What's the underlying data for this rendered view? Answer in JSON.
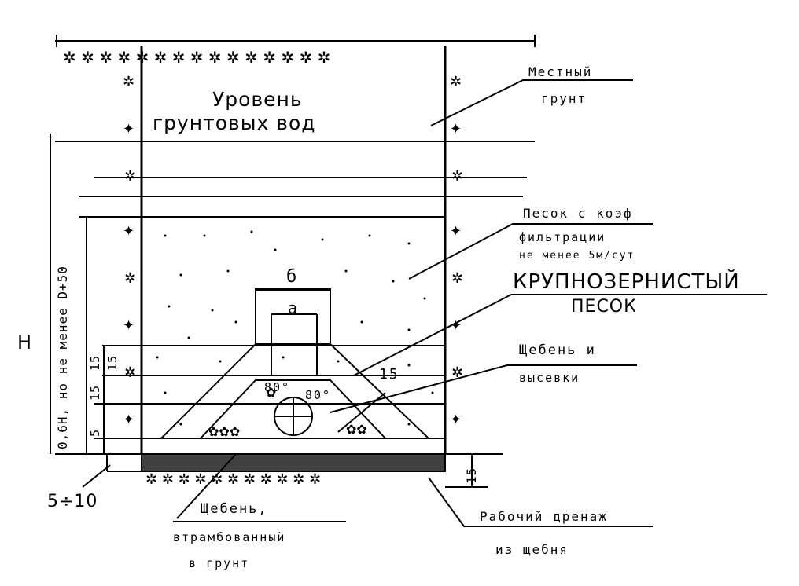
{
  "title_line1": "Уровень",
  "title_line2": "грунтовых вод",
  "local_soil_line1": "Местный",
  "local_soil_line2": "грунт",
  "sand_line1": "Песок с коэф",
  "sand_line2": "фильтрации",
  "sand_line3": "не менее 5м/сут",
  "coarse_sand_line1": "КРУПНОЗЕРНИСТЫЙ",
  "coarse_sand_line2": "ПЕСОК",
  "gravel_screen_line1": "Щебень и",
  "gravel_screen_line2": "высевки",
  "rammed_gravel_line1": "Щебень,",
  "rammed_gravel_line2": "втрамбованный",
  "rammed_gravel_line3": "в грунт",
  "working_drain_line1": "Рабочий дренаж",
  "working_drain_line2": "из щебня",
  "dim_b": "б",
  "dim_a": "а",
  "dim_15_slope": "15",
  "dim_15_bottom": "15",
  "dim_5_10": "5÷10",
  "dim_H": "Н",
  "dim_depth": "0,6Н, но не менее D+50",
  "dim_layer_15_1": "15",
  "dim_layer_15_2": "15",
  "dim_layer_15_3": "15",
  "dim_layer_5": "5",
  "angle_1": "80°",
  "angle_2": "80°"
}
